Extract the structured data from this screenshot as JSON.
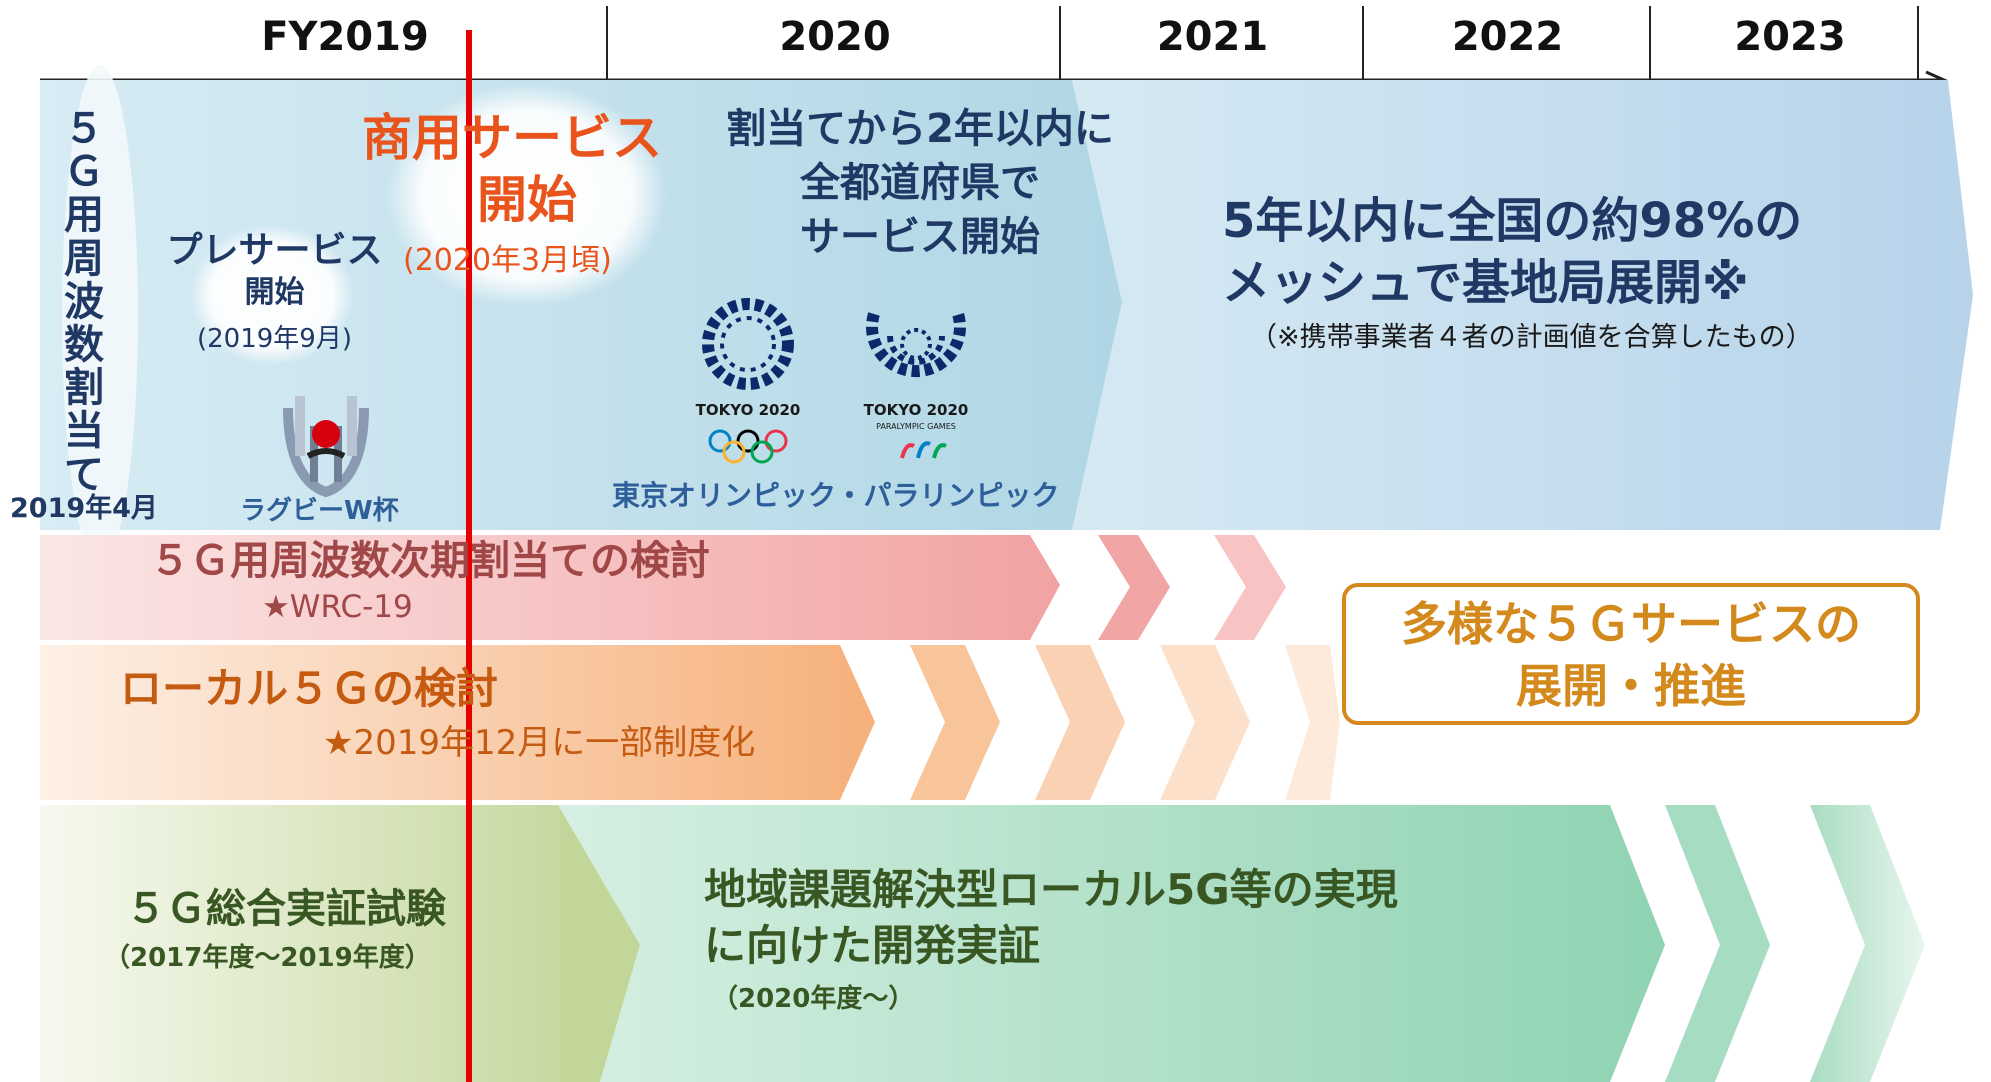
{
  "timeline": {
    "years": [
      "FY2019",
      "2020",
      "2021",
      "2022",
      "2023"
    ]
  },
  "allocation": {
    "vertical_label": "５Ｇ用周波数割当て",
    "date": "2019年4月"
  },
  "pre_service": {
    "title_line1": "プレサービス",
    "title_line2": "開始",
    "date": "(2019年9月)"
  },
  "rugby": {
    "label": "ラグビーW杯"
  },
  "commercial": {
    "title_line1": "商用サービス",
    "title_line2": "開始",
    "date": "(2020年3月頃)"
  },
  "prefectures": {
    "line1": "割当てから2年以内に",
    "line2": "全都道府県で",
    "line3": "サービス開始"
  },
  "olympics": {
    "logo1_text": "TOKYO 2020",
    "logo2_text": "TOKYO 2020",
    "logo2_sub": "PARALYMPIC GAMES",
    "label": "東京オリンピック・パラリンピック"
  },
  "nationwide": {
    "line1": "5年以内に全国の約98%の",
    "line2": "メッシュで基地局展開※",
    "note": "（※携帯事業者４者の計画値を合算したもの）"
  },
  "next_allocation": {
    "title": "５Ｇ用周波数次期割当ての検討",
    "sub": "★WRC-19"
  },
  "local5g": {
    "title": "ローカル５Ｇの検討",
    "sub": "★2019年12月に一部制度化"
  },
  "diverse": {
    "line1": "多様な５Ｇサービスの",
    "line2": "展開・推進"
  },
  "trial": {
    "title": "５Ｇ総合実証試験",
    "sub": "（2017年度～2019年度）"
  },
  "regional": {
    "line1": "地域課題解決型ローカル5G等の実現",
    "line2": "に向けた開発実証",
    "sub": "（2020年度～）"
  },
  "colors": {
    "blue_text": "#1f3864",
    "commercial_red": "#e8541c",
    "red_line": "#e60000",
    "pink_band": "#f0a0a0",
    "orange_band": "#f6b07a",
    "orange_text": "#c55a11",
    "green_band": "#8fd3b2",
    "dark_green": "#385723",
    "box_orange": "#d4891d"
  }
}
